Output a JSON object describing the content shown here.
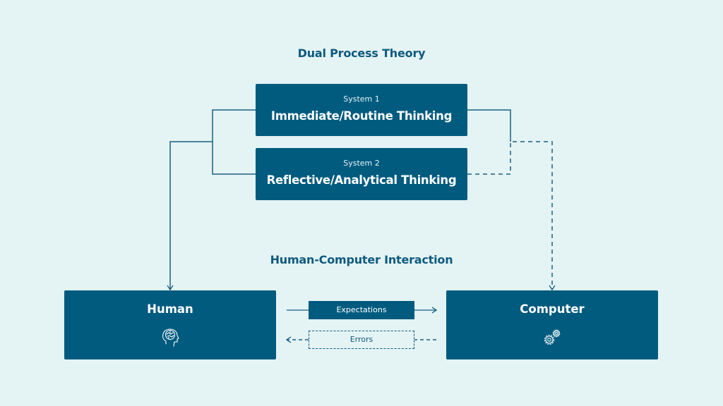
{
  "theory": {
    "title": "Dual Process Theory",
    "system1": {
      "label": "System 1",
      "name": "Immediate/Routine Thinking"
    },
    "system2": {
      "label": "System 2",
      "name": "Reflective/Analytical Thinking"
    }
  },
  "hci": {
    "title": "Human-Computer Interaction",
    "human": {
      "label": "Human",
      "icon": "brain-head-icon"
    },
    "computer": {
      "label": "Computer",
      "icon": "gears-icon"
    },
    "expectations_label": "Expectations",
    "errors_label": "Errors"
  },
  "colors": {
    "background": "#e4f3f4",
    "box": "#005b7f",
    "line": "#0d5a7e"
  }
}
